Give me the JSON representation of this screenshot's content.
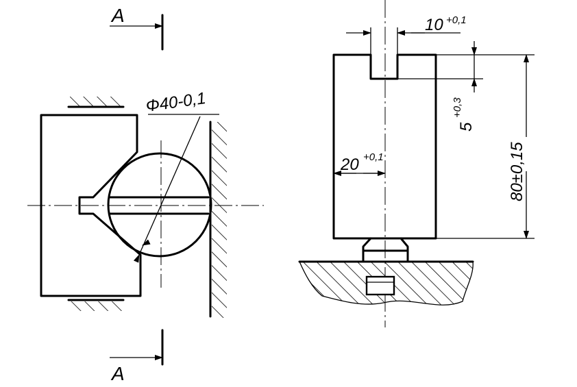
{
  "section_label_top": "A",
  "section_label_bottom": "A",
  "diameter_dim": "Φ40-0,1",
  "slot_width_base": "10",
  "slot_width_tol": "+0,1",
  "slot_depth_base": "5",
  "slot_depth_tol": "+0,3",
  "height_dim": "80±0,15",
  "offset_base": "20",
  "offset_tol": "+0,1"
}
